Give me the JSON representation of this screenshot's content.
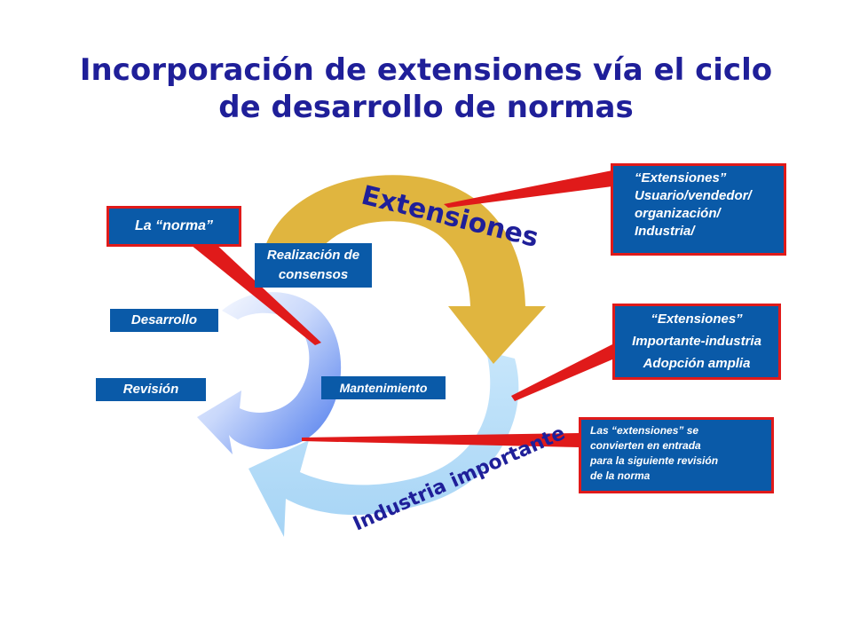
{
  "title": {
    "line1": "Incorporación de extensiones vía el ciclo",
    "line2": "de desarrollo de normas"
  },
  "arc_labels": {
    "extensiones": "Extensiones",
    "industria": "Industria importante"
  },
  "stage_labels": {
    "desarrollo": "Desarrollo",
    "revision": "Revisión",
    "consensos_line1": "Realización de",
    "consensos_line2": "consensos",
    "mantenimiento": "Mantenimiento"
  },
  "callouts": {
    "norma": "La “norma”",
    "extensiones_usuario": [
      "“Extensiones”",
      "Usuario/vendedor/",
      "organización/",
      "Industria/"
    ],
    "extensiones_importante": [
      "“Extensiones”",
      "Importante-industria",
      "Adopción amplia"
    ],
    "entrada": [
      "Las “extensiones” se",
      "convierten en entrada",
      "para la siguiente revisión",
      "de la norma"
    ]
  },
  "colors": {
    "title": "#1f1f99",
    "gold_arrow": "#e0b53f",
    "light_blue_arrow": "#b3dcf7",
    "blue_arrow": "#5a86ee",
    "box_fill": "#0a5aa8",
    "callout_border": "#e01a1a"
  }
}
